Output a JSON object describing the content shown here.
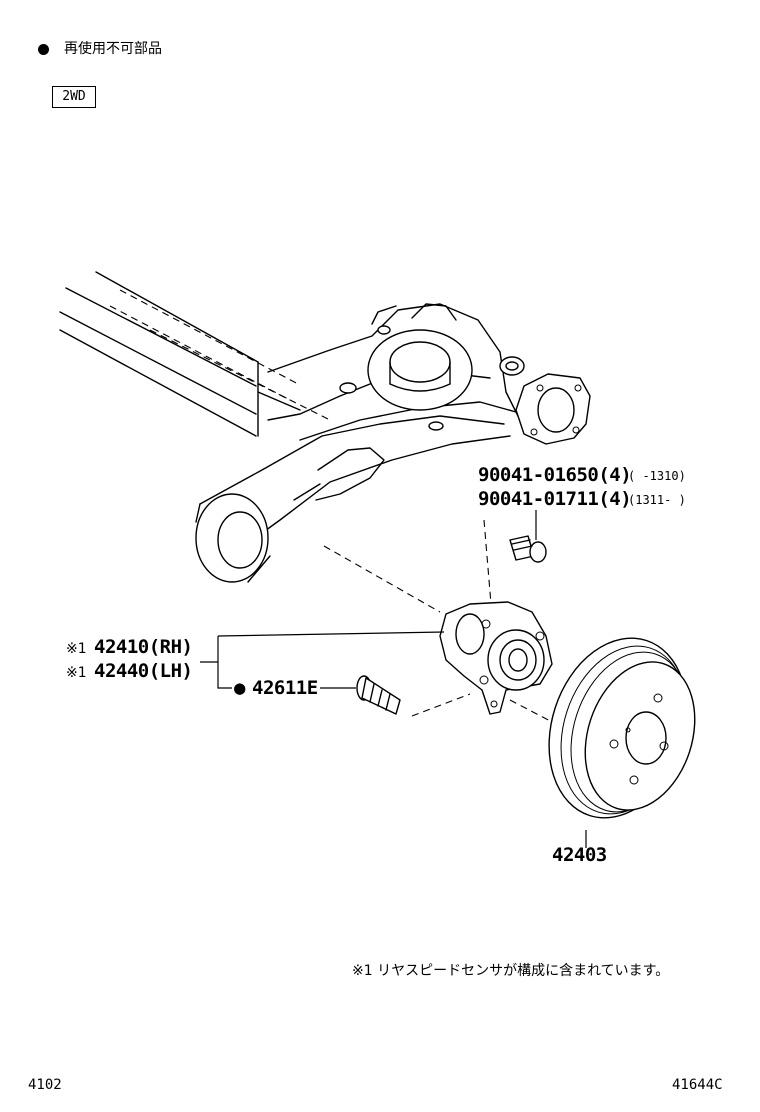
{
  "legend": {
    "symbol": "●",
    "text": "再使用不可部品"
  },
  "variant_badge": "2WD",
  "parts": {
    "bolt_a": {
      "number": "90041-01650(4)",
      "range": "(      -1310)"
    },
    "bolt_b": {
      "number": "90041-01711(4)",
      "range": "(1311-      )"
    },
    "hub_rh": {
      "mark": "※1",
      "number": "42410(RH)"
    },
    "hub_lh": {
      "mark": "※1",
      "number": "42440(LH)"
    },
    "hub_bolt": {
      "mark": "●",
      "number": "42611E"
    },
    "drum": {
      "number": "42403"
    }
  },
  "note": "※1 リヤスピードセンサが構成に含まれています。",
  "footer": {
    "left": "4102",
    "right": "41644C"
  }
}
